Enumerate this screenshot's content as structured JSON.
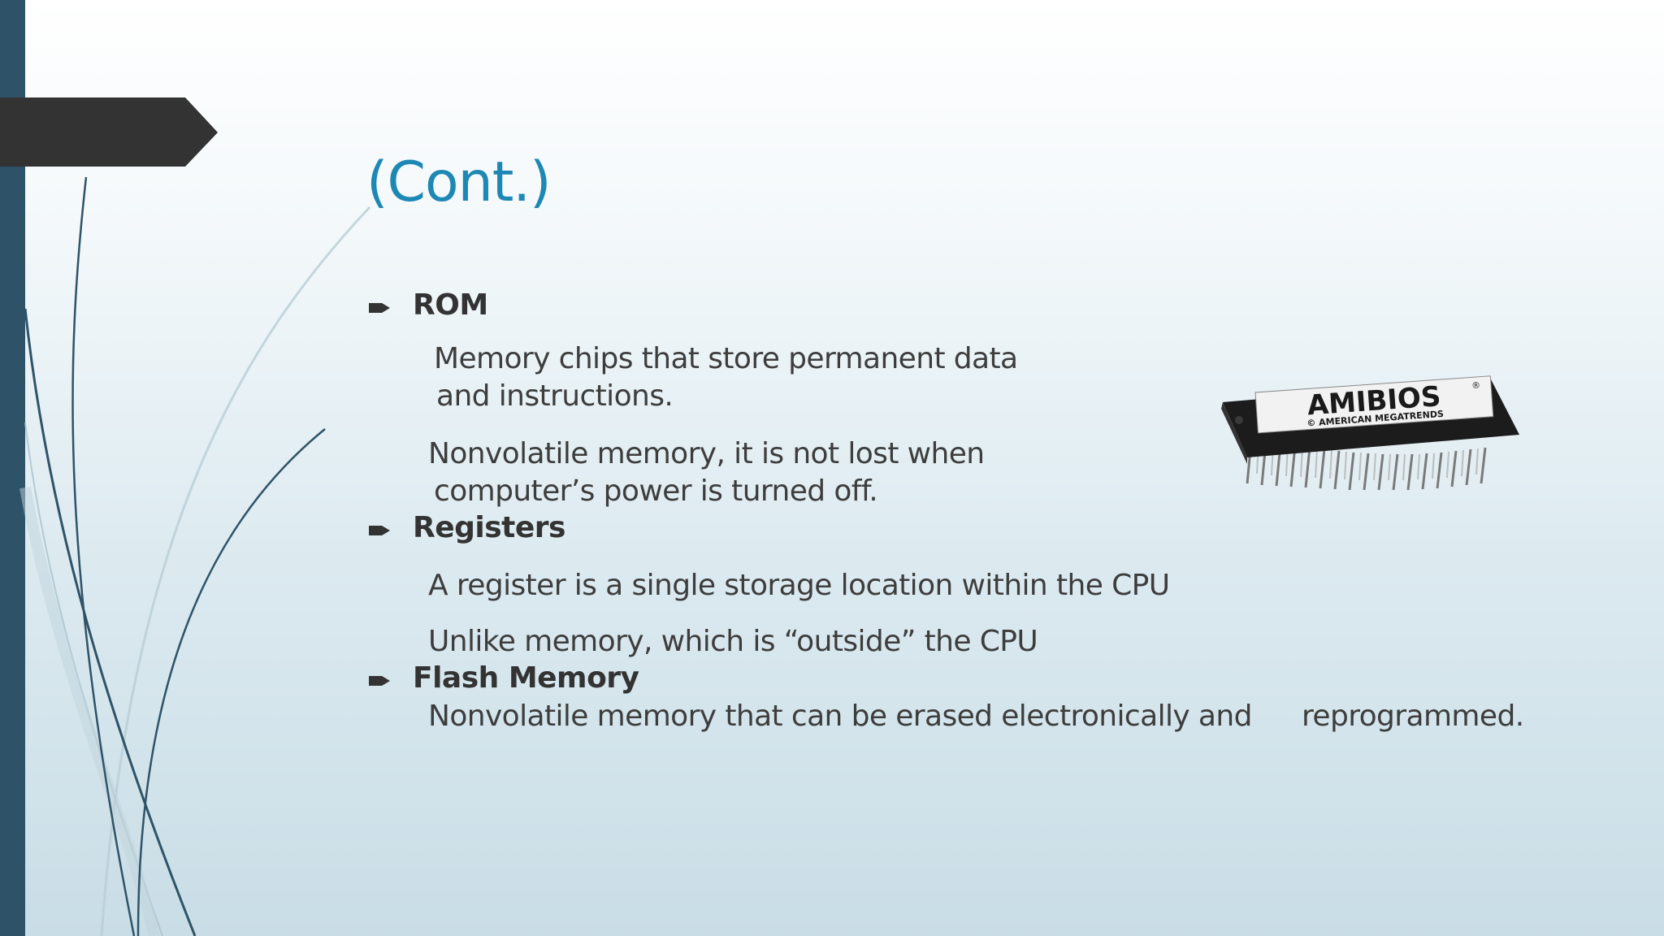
{
  "slide": {
    "title": "(Cont.)",
    "sections": [
      {
        "heading": "ROM",
        "lines": [
          "Memory chips that store permanent data",
          "and instructions.",
          "Nonvolatile memory, it is not lost when",
          "computer’s power is turned off."
        ]
      },
      {
        "heading": "Registers",
        "lines": [
          "A register is a single storage location within the CPU",
          "Unlike memory, which is “outside” the CPU"
        ]
      },
      {
        "heading": "Flash Memory",
        "lines": [
          "Nonvolatile memory that can be erased electronically and",
          "reprogrammed."
        ]
      }
    ]
  },
  "image": {
    "chip_brand": "AMIBIOS",
    "chip_mark": "®",
    "chip_subtext": "© AMERICAN MEGATRENDS"
  },
  "colors": {
    "title": "#1e88b4",
    "left_bar": "#2e5368",
    "tab": "#333333",
    "body_text": "#3d3d3d"
  },
  "icons": {
    "bullet": "right-arrow-bullet-icon"
  }
}
